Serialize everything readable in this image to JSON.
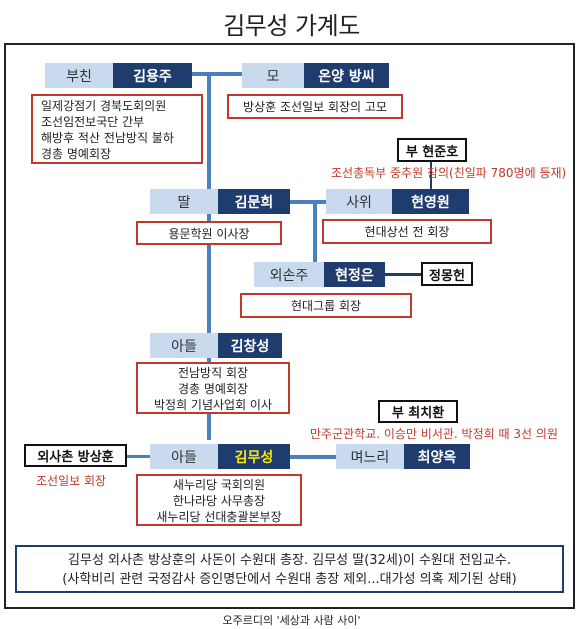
{
  "title": "김무성 가계도",
  "father": {
    "label": "부친",
    "name": "김용주",
    "notes": [
      "일제강점기 경북도회의원",
      "조선임전보국단 간부",
      "해방후 적산 전남방직 불하",
      "경총 명예회장"
    ]
  },
  "mother": {
    "label": "모",
    "name": "온양 방씨",
    "note": "방상훈 조선일보 회장의 고모"
  },
  "daughter": {
    "label": "딸",
    "name": "김문희",
    "note": "용문학원 이사장"
  },
  "son_in_law": {
    "label": "사위",
    "name": "현영원",
    "note": "현대상선 전 회장"
  },
  "son_in_law_father": {
    "name": "부 현준호",
    "note": "조선총독부 중추원 참의(친일파 780명에 등재)"
  },
  "grand_daughter": {
    "label": "외손주",
    "name": "현정은",
    "note": "현대그룹 회장"
  },
  "grand_daughter_spouse": {
    "name": "정몽헌"
  },
  "son1": {
    "label": "아들",
    "name": "김창성",
    "notes": [
      "전남방직 회장",
      "경총 명예회장",
      "박정희 기념사업회 이사"
    ]
  },
  "son2": {
    "label": "아들",
    "name": "김무성",
    "notes": [
      "새누리당 국회의원",
      "한나라당 사무총장",
      "새누리당 선대충괄본부장"
    ]
  },
  "cousin": {
    "name": "외사촌 방상훈",
    "note": "조선일보 회장"
  },
  "daughter_in_law": {
    "label": "며느리",
    "name": "최양옥"
  },
  "daughter_in_law_father": {
    "name": "부 최치환",
    "note": "만주군관학교. 이승만 비서관. 박정희 때 3선 의원"
  },
  "bottom_lines": [
    "김무성 외사촌 방상훈의 사돈이 수원대 총장. 김무성 딸(32세)이 수원대 전임교수.",
    "(사학비리 관련 국정감사 증인명단에서 수원대 총장 제외...대가성 의혹 제기된 상태)"
  ],
  "caption": "오주르디의 '세상과 사람 사이'",
  "colors": {
    "label_bg": "#c9d9ee",
    "name_bg": "#1f3c6e",
    "line": "#4a7fc0",
    "note_border": "#c0392b",
    "highlight_name": "#ffe600"
  }
}
